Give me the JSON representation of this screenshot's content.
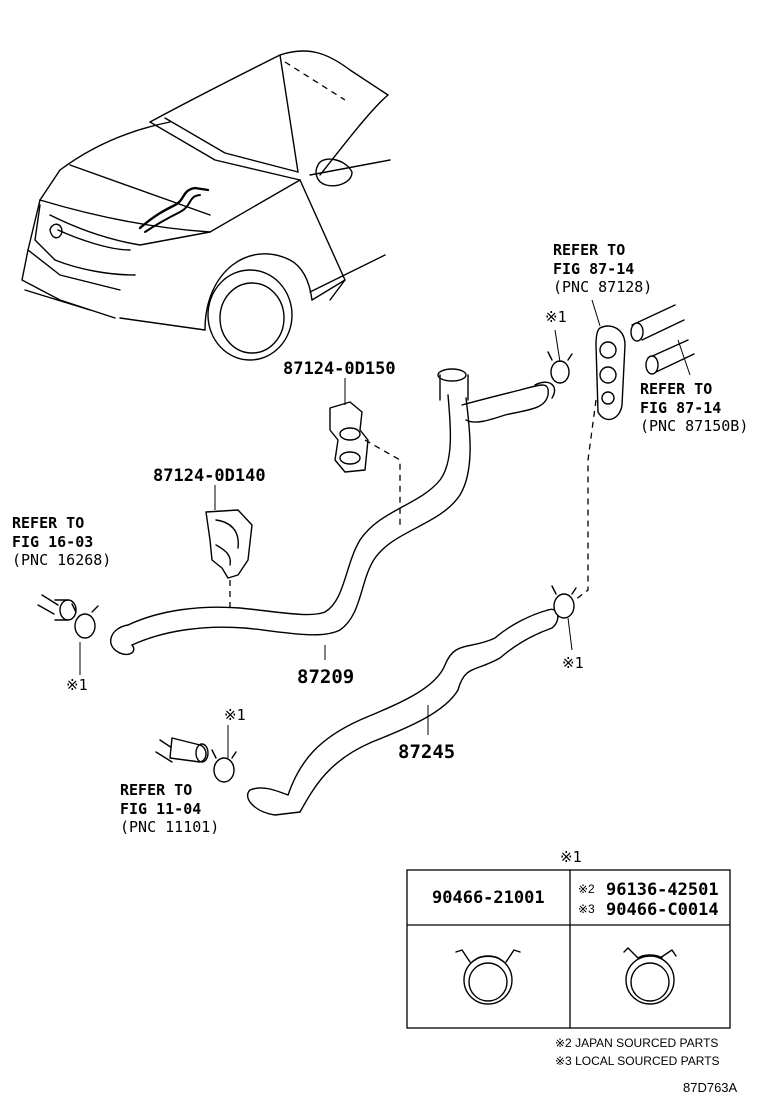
{
  "labels": {
    "ref_pnc87128": {
      "line1": "REFER TO",
      "line2": "FIG 87-14",
      "line3": "(PNC 87128)"
    },
    "ref_pnc87150b": {
      "line1": "REFER TO",
      "line2": "FIG 87-14",
      "line3": "(PNC 87150B)"
    },
    "ref_pnc16268": {
      "line1": "REFER TO",
      "line2": "FIG 16-03",
      "line3": "(PNC 16268)"
    },
    "ref_pnc11101": {
      "line1": "REFER TO",
      "line2": "FIG 11-04",
      "line3": "(PNC 11101)"
    }
  },
  "parts": {
    "clamp_upper": "87124-0D150",
    "clamp_lower": "87124-0D140",
    "hose_upper": "87209",
    "hose_lower": "87245"
  },
  "markers": {
    "m1_top": "※1",
    "m1_right": "※1",
    "m1_left": "※1",
    "m1_bottom": "※1",
    "m1_table": "※1"
  },
  "table": {
    "col1_part": "90466-21001",
    "col2_part_a_mark": "※2",
    "col2_part_a": "96136-42501",
    "col2_part_b_mark": "※3",
    "col2_part_b": "90466-C0014"
  },
  "notes": {
    "note2": "※2 JAPAN SOURCED PARTS",
    "note3": "※3 LOCAL SOURCED PARTS"
  },
  "figure_code": "87D763A"
}
